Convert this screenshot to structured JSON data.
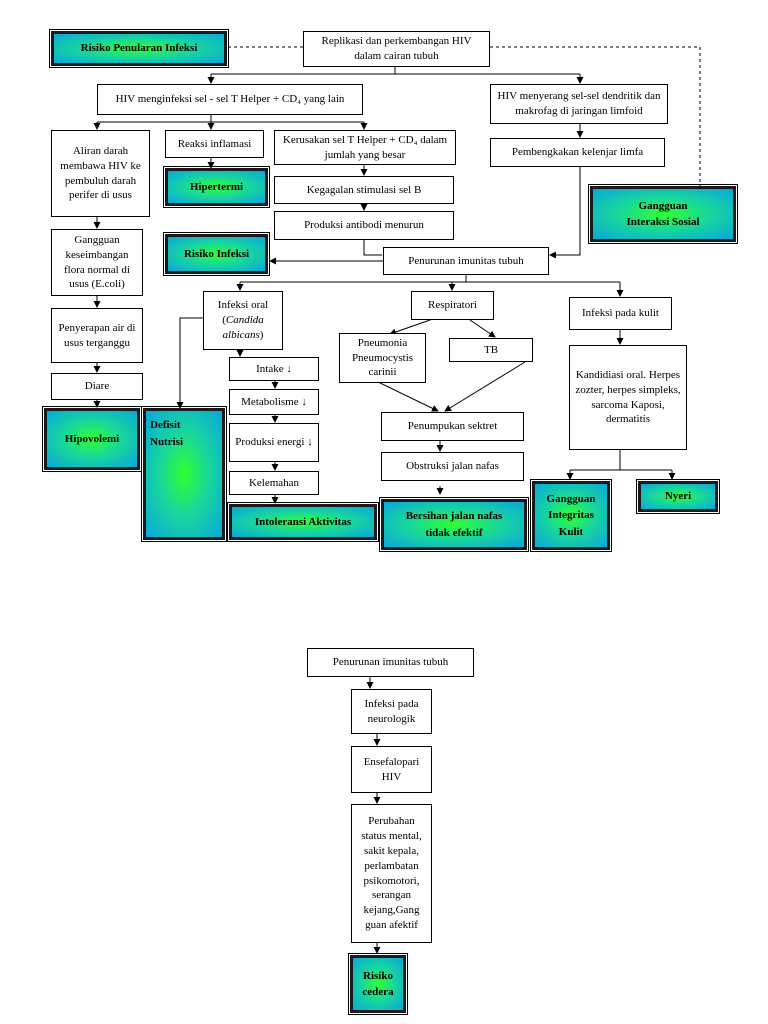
{
  "nodes": {
    "replikasi": "Replikasi dan perkembangan HIV dalam cairan tubuh",
    "hiv_infeksi": "HIV menginfeksi sel - sel T  Helper + CD₄ yang lain",
    "hiv_menyerang": "HIV menyerang sel-sel dendritik dan makrofag di jaringan limfoid",
    "aliran_darah": "Aliran darah membawa HIV ke pembuluh darah perifer di usus",
    "reaksi": "Reaksi inflamasi",
    "kerusakan": "Kerusakan sel T Helper + CD₄ dalam jumlah yang besar",
    "pembengkakan": "Pembengkakan kelenjar limfa",
    "kegagalan": "Kegagalan stimulasi sel B",
    "produksi_antibodi": "Produksi antibodi menurun",
    "gangguan_flora": "Gangguan keseimbangan flora normal di usus (E.coli)",
    "penurunan1": "Penurunan imunitas tubuh",
    "infeksi_oral_a": "Infeksi oral",
    "infeksi_oral_b": "(",
    "infeksi_oral_italic": "Candida albicans",
    "infeksi_oral_c": ")",
    "respiratori": "Respiratori",
    "infeksi_kulit": "Infeksi pada kulit",
    "penyerapan": "Penyerapan air di usus terganggu",
    "pneumonia": "Pneumonia Pneumocystis carinii",
    "tb": "TB",
    "intake": "Intake ↓",
    "kandidiasi": "Kandidiasi oral. Herpes zozter, herpes simpleks, sarcoma Kaposi, dermatitis",
    "diare": "Diare",
    "metabolisme": "Metabolisme ↓",
    "penumpukan": "Penumpukan sektret",
    "produksi_energi": "Produksi energi ↓",
    "obstruksi": "Obstruksi jalan nafas",
    "kelemahan": "Kelemahan",
    "penurunan2": "Penurunan imunitas tubuh",
    "infeksi_neuro": "Infeksi pada neurologik",
    "ensefalopati": "Ensefalopari HIV",
    "perubahan": "Perubahan status mental, sakit kepala, perlambatan psikomotori, serangan kejang,Gang guan afektif"
  },
  "diagnoses": {
    "risiko_penularan": "Risiko Penularan Infeksi",
    "gangguan_interaksi": [
      "Gangguan",
      "Interaksi Sosial"
    ],
    "hipertermi": "Hipertermi",
    "risiko_infeksi": "Risiko Infeksi",
    "hipovolemi": "Hipovolemi",
    "defisit_nutrisi": [
      "Defisit",
      "Nutrisi"
    ],
    "intoleransi": "Intoleransi Aktivitas",
    "bersihan": [
      "Bersihan jalan nafas",
      "tidak efektif"
    ],
    "gangguan_integritas": [
      "Gangguan",
      "Integritas",
      "Kulit"
    ],
    "nyeri": "Nyeri",
    "risiko_cedera": [
      "Risiko",
      "cedera"
    ]
  },
  "colors": {
    "diagnosis_center": "#30ff30",
    "diagnosis_edge": "#0aa6dc",
    "line": "#000000"
  }
}
